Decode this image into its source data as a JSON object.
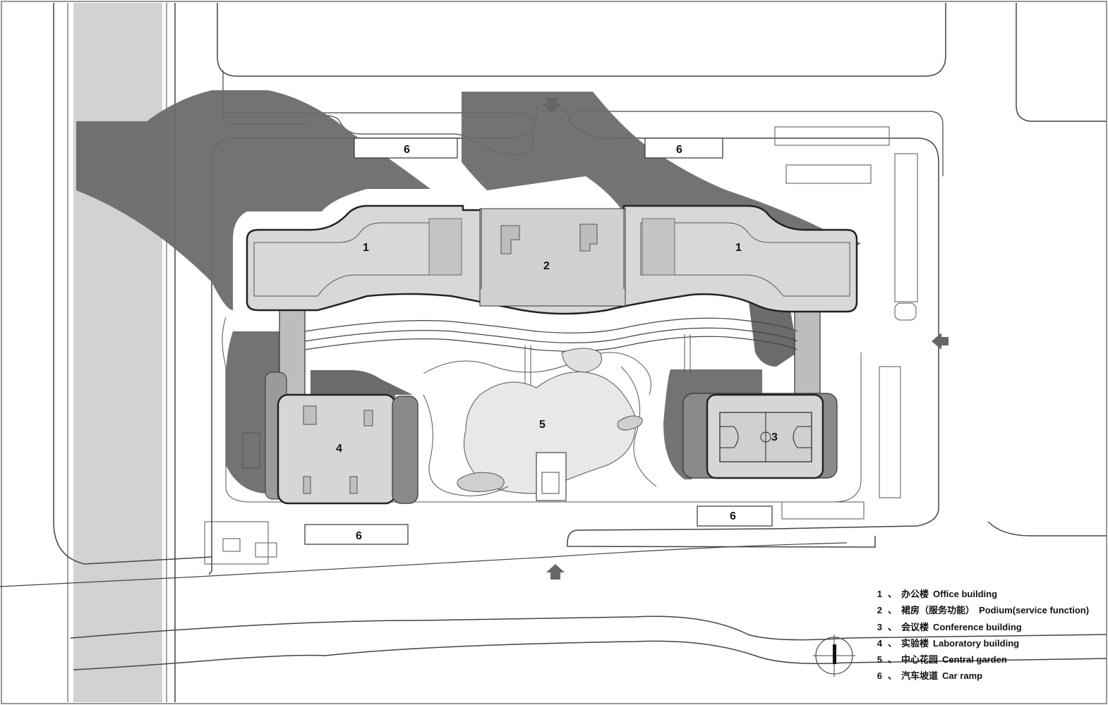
{
  "labels": {
    "office_west": "1",
    "office_east": "1",
    "podium": "2",
    "conference": "3",
    "laboratory": "4",
    "garden": "5",
    "ramp_north_west": "6",
    "ramp_north_east": "6",
    "ramp_south_west": "6",
    "ramp_south_east": "6"
  },
  "legend": [
    {
      "num": "1",
      "sep": "、",
      "cn": "办公楼",
      "en": "Office building"
    },
    {
      "num": "2",
      "sep": "、",
      "cn": "裙房（服务功能）",
      "en": "Podium(service function)"
    },
    {
      "num": "3",
      "sep": "、",
      "cn": "会议楼",
      "en": "Conference building"
    },
    {
      "num": "4",
      "sep": "、",
      "cn": "实验楼",
      "en": "Laboratory building"
    },
    {
      "num": "5",
      "sep": "、",
      "cn": "中心花园",
      "en": "Central garden"
    },
    {
      "num": "6",
      "sep": "、",
      "cn": "汽车坡道",
      "en": "Car ramp"
    }
  ],
  "icons": {
    "entrance_arrows": "arrow-icon",
    "north": "north-arrow-icon"
  },
  "colors": {
    "shadow": "#6b6b6b",
    "building": "#d8d8d8",
    "street_band": "#d2d2d2",
    "line": "#444444"
  }
}
